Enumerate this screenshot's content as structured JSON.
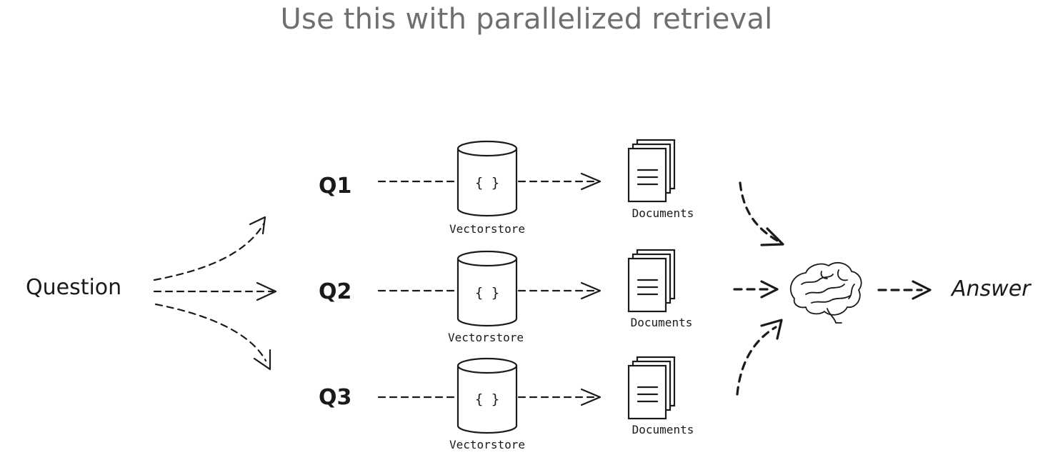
{
  "title": "Use this with parallelized retrieval",
  "nodes": {
    "question": "Question",
    "answer": "Answer",
    "queries": [
      "Q1",
      "Q2",
      "Q3"
    ],
    "vectorstore_label": "Vectorstore",
    "vectorstore_symbol": "{ }",
    "documents_label": "Documents"
  },
  "icons": [
    "database-icon",
    "documents-icon",
    "brain-icon",
    "arrow-icon"
  ]
}
